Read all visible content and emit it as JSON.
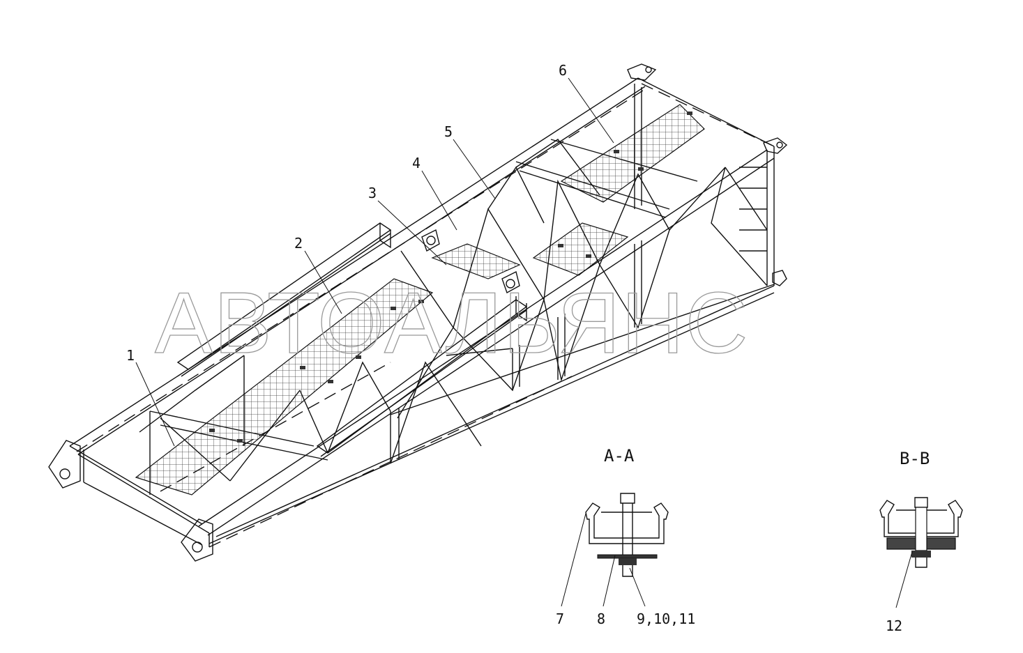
{
  "watermark": "АВТОАЛЬЯНС",
  "callouts": {
    "c1": "1",
    "c2": "2",
    "c3": "3",
    "c4": "4",
    "c5": "5",
    "c6": "6",
    "c7": "7",
    "c8": "8",
    "c9": "9,10,11",
    "c12": "12"
  },
  "sections": {
    "aa": "A-A",
    "bb": "B-B"
  }
}
